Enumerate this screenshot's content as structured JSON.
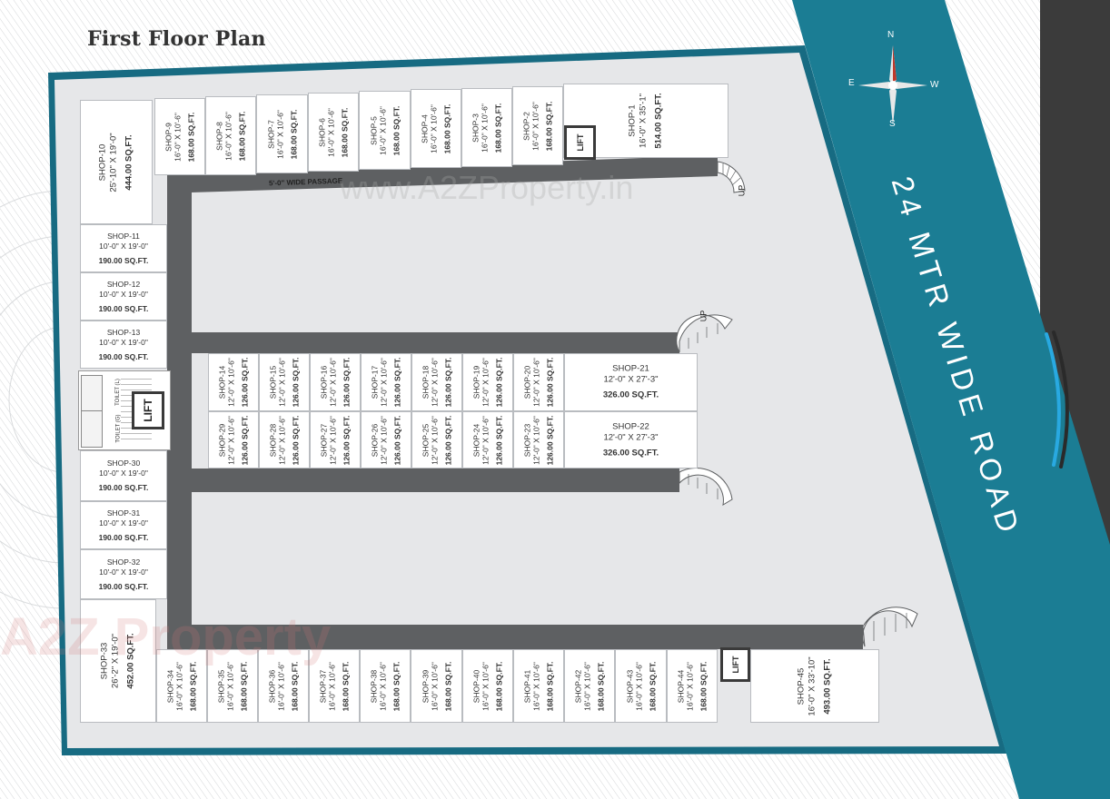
{
  "title": "First Floor Plan",
  "road_label": "24 MTR WIDE ROAD",
  "passage_label": "5'-0\" WIDE PASSAGE",
  "lift_label": "LIFT",
  "up_label": "UP",
  "toilet_labels": [
    "TOILET (L)",
    "TOILET (G)"
  ],
  "compass": {
    "n": "N",
    "e": "E",
    "w": "W",
    "s": "S"
  },
  "watermarks": [
    "www.A2ZProperty.in",
    "A2Z Property"
  ],
  "colors": {
    "road": "#1b7d94",
    "border": "#176b82",
    "passage": "#5e6062",
    "floor": "#e6e7e9",
    "dark": "#3b3b3b",
    "accent": "#29a9e1"
  },
  "shops": [
    {
      "name": "SHOP-1",
      "dims": "16'-0\" X 35'-1\"",
      "area": "514.00 SQ.FT."
    },
    {
      "name": "SHOP-2",
      "dims": "16'-0\" X 10'-6\"",
      "area": "168.00 SQ.FT."
    },
    {
      "name": "SHOP-3",
      "dims": "16'-0\" X 10'-6\"",
      "area": "168.00 SQ.FT."
    },
    {
      "name": "SHOP-4",
      "dims": "16'-0\" X 10'-6\"",
      "area": "168.00 SQ.FT."
    },
    {
      "name": "SHOP-5",
      "dims": "16'-0\" X 10'-6\"",
      "area": "168.00 SQ.FT."
    },
    {
      "name": "SHOP-6",
      "dims": "16'-0\" X 10'-6\"",
      "area": "168.00 SQ.FT."
    },
    {
      "name": "SHOP-7",
      "dims": "16'-0\" X 10'-6\"",
      "area": "168.00 SQ.FT."
    },
    {
      "name": "SHOP-8",
      "dims": "16'-0\" X 10'-6\"",
      "area": "168.00 SQ.FT."
    },
    {
      "name": "SHOP-9",
      "dims": "16'-0\" X 10'-6\"",
      "area": "168.00 SQ.FT."
    },
    {
      "name": "SHOP-10",
      "dims": "25'-10\" X 19'-0\"",
      "area": "444.00 SQ.FT."
    },
    {
      "name": "SHOP-11",
      "dims": "10'-0\" X 19'-0\"",
      "area": "190.00 SQ.FT."
    },
    {
      "name": "SHOP-12",
      "dims": "10'-0\" X 19'-0\"",
      "area": "190.00 SQ.FT."
    },
    {
      "name": "SHOP-13",
      "dims": "10'-0\" X 19'-0\"",
      "area": "190.00 SQ.FT."
    },
    {
      "name": "SHOP-14",
      "dims": "12'-0\" X 10'-6\"",
      "area": "126.00 SQ.FT."
    },
    {
      "name": "SHOP-15",
      "dims": "12'-0\" X 10'-6\"",
      "area": "126.00 SQ.FT."
    },
    {
      "name": "SHOP-16",
      "dims": "12'-0\" X 10'-6\"",
      "area": "126.00 SQ.FT."
    },
    {
      "name": "SHOP-17",
      "dims": "12'-0\" X 10'-6\"",
      "area": "126.00 SQ.FT."
    },
    {
      "name": "SHOP-18",
      "dims": "12'-0\" X 10'-6\"",
      "area": "126.00 SQ.FT."
    },
    {
      "name": "SHOP-19",
      "dims": "12'-0\" X 10'-6\"",
      "area": "126.00 SQ.FT."
    },
    {
      "name": "SHOP-20",
      "dims": "12'-0\" X 10'-6\"",
      "area": "126.00 SQ.FT."
    },
    {
      "name": "SHOP-21",
      "dims": "12'-0\" X 27'-3\"",
      "area": "326.00 SQ.FT."
    },
    {
      "name": "SHOP-22",
      "dims": "12'-0\" X 27'-3\"",
      "area": "326.00 SQ.FT."
    },
    {
      "name": "SHOP-23",
      "dims": "12'-0\" X 10'-6\"",
      "area": "126.00 SQ.FT."
    },
    {
      "name": "SHOP-24",
      "dims": "12'-0\" X 10'-6\"",
      "area": "126.00 SQ.FT."
    },
    {
      "name": "SHOP-25",
      "dims": "12'-0\" X 10'-6\"",
      "area": "126.00 SQ.FT."
    },
    {
      "name": "SHOP-26",
      "dims": "12'-0\" X 10'-6\"",
      "area": "126.00 SQ.FT."
    },
    {
      "name": "SHOP-27",
      "dims": "12'-0\" X 10'-6\"",
      "area": "126.00 SQ.FT."
    },
    {
      "name": "SHOP-28",
      "dims": "12'-0\" X 10'-6\"",
      "area": "126.00 SQ.FT."
    },
    {
      "name": "SHOP-29",
      "dims": "12'-0\" X 10'-6\"",
      "area": "126.00 SQ.FT."
    },
    {
      "name": "SHOP-30",
      "dims": "10'-0\" X 19'-0\"",
      "area": "190.00 SQ.FT."
    },
    {
      "name": "SHOP-31",
      "dims": "10'-0\" X 19'-0\"",
      "area": "190.00 SQ.FT."
    },
    {
      "name": "SHOP-32",
      "dims": "10'-0\" X 19'-0\"",
      "area": "190.00 SQ.FT."
    },
    {
      "name": "SHOP-33",
      "dims": "26'-2\" X 19'-0\"",
      "area": "452.00 SQ.FT."
    },
    {
      "name": "SHOP-34",
      "dims": "16'-0\" X 10'-6\"",
      "area": "168.00 SQ.FT."
    },
    {
      "name": "SHOP-35",
      "dims": "16'-0\" X 10'-6\"",
      "area": "168.00 SQ.FT."
    },
    {
      "name": "SHOP-36",
      "dims": "16'-0\" X 10'-6\"",
      "area": "168.00 SQ.FT."
    },
    {
      "name": "SHOP-37",
      "dims": "16'-0\" X 10'-6\"",
      "area": "168.00 SQ.FT."
    },
    {
      "name": "SHOP-38",
      "dims": "16'-0\" X 10'-6\"",
      "area": "168.00 SQ.FT."
    },
    {
      "name": "SHOP-39",
      "dims": "16'-0\" X 10'-6\"",
      "area": "168.00 SQ.FT."
    },
    {
      "name": "SHOP-40",
      "dims": "16'-0\" X 10'-6\"",
      "area": "168.00 SQ.FT."
    },
    {
      "name": "SHOP-41",
      "dims": "16'-0\" X 10'-6\"",
      "area": "168.00 SQ.FT."
    },
    {
      "name": "SHOP-42",
      "dims": "16'-0\" X 10'-6\"",
      "area": "168.00 SQ.FT."
    },
    {
      "name": "SHOP-43",
      "dims": "16'-0\" X 10'-6\"",
      "area": "168.00 SQ.FT."
    },
    {
      "name": "SHOP-44",
      "dims": "16'-0\" X 10'-6\"",
      "area": "168.00 SQ.FT."
    },
    {
      "name": "SHOP-45",
      "dims": "16'-0\" X 33'-10\"",
      "area": "493.00 SQ.FT."
    }
  ]
}
